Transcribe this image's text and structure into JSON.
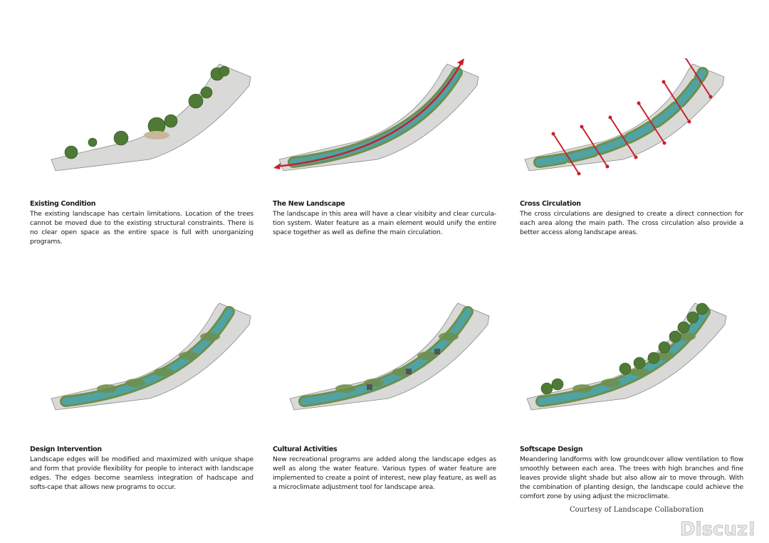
{
  "panels": [
    {
      "title": "Existing Condition",
      "body": "The existing landscape has certain limitations. Location of the trees cannot be moved due to the existing structural constraints. There is no clear open space as the entire space is full with unorganizing programs.",
      "variant": "existing"
    },
    {
      "title": "The New Landscape",
      "body": "The landscape in this area will have a clear visibity and clear curcula-tion system. Water feature as a main element would unify the entire space together as well as define the main circulation.",
      "variant": "new"
    },
    {
      "title": "Cross Circulation",
      "body": "The cross circulations are designed to create a direct connection for each area along the main path. The cross circulation also provide a better access along landscape areas.",
      "variant": "cross"
    },
    {
      "title": "Design Intervention",
      "body": "Landscape edges will be modified and maximized with unique shape and form that provide flexibility for people to interact with landscape edges. The edges become seamless integration of hadscape and softs-cape that allows new programs to occur.",
      "variant": "intervention"
    },
    {
      "title": "Cultural Activities",
      "body": "New recreational programs are added along the landscape edges as well as along the water feature. Various types of water feature are implemented to create a point of interest, new play feature, as well as a microclimate adjustment tool for landscape area.",
      "variant": "cultural"
    },
    {
      "title": "Softscape Design",
      "body": "Meandering landforms with low groundcover allow ventilation to flow smoothly between each area. The trees with high branches and fine leaves provide slight shade but also allow air to move through. With the combination of planting design, the landscape could achieve the comfort zone by using adjust the microclimate.",
      "variant": "softscape"
    }
  ],
  "credit": "Courtesy of Landscape Collaboration",
  "watermark": "Discuz!",
  "colors": {
    "slab": "#d9d9d7",
    "water": "#4fa3a5",
    "grass": "#6f8f4a",
    "arrow": "#c8202a",
    "tree": "#4f7a35"
  }
}
